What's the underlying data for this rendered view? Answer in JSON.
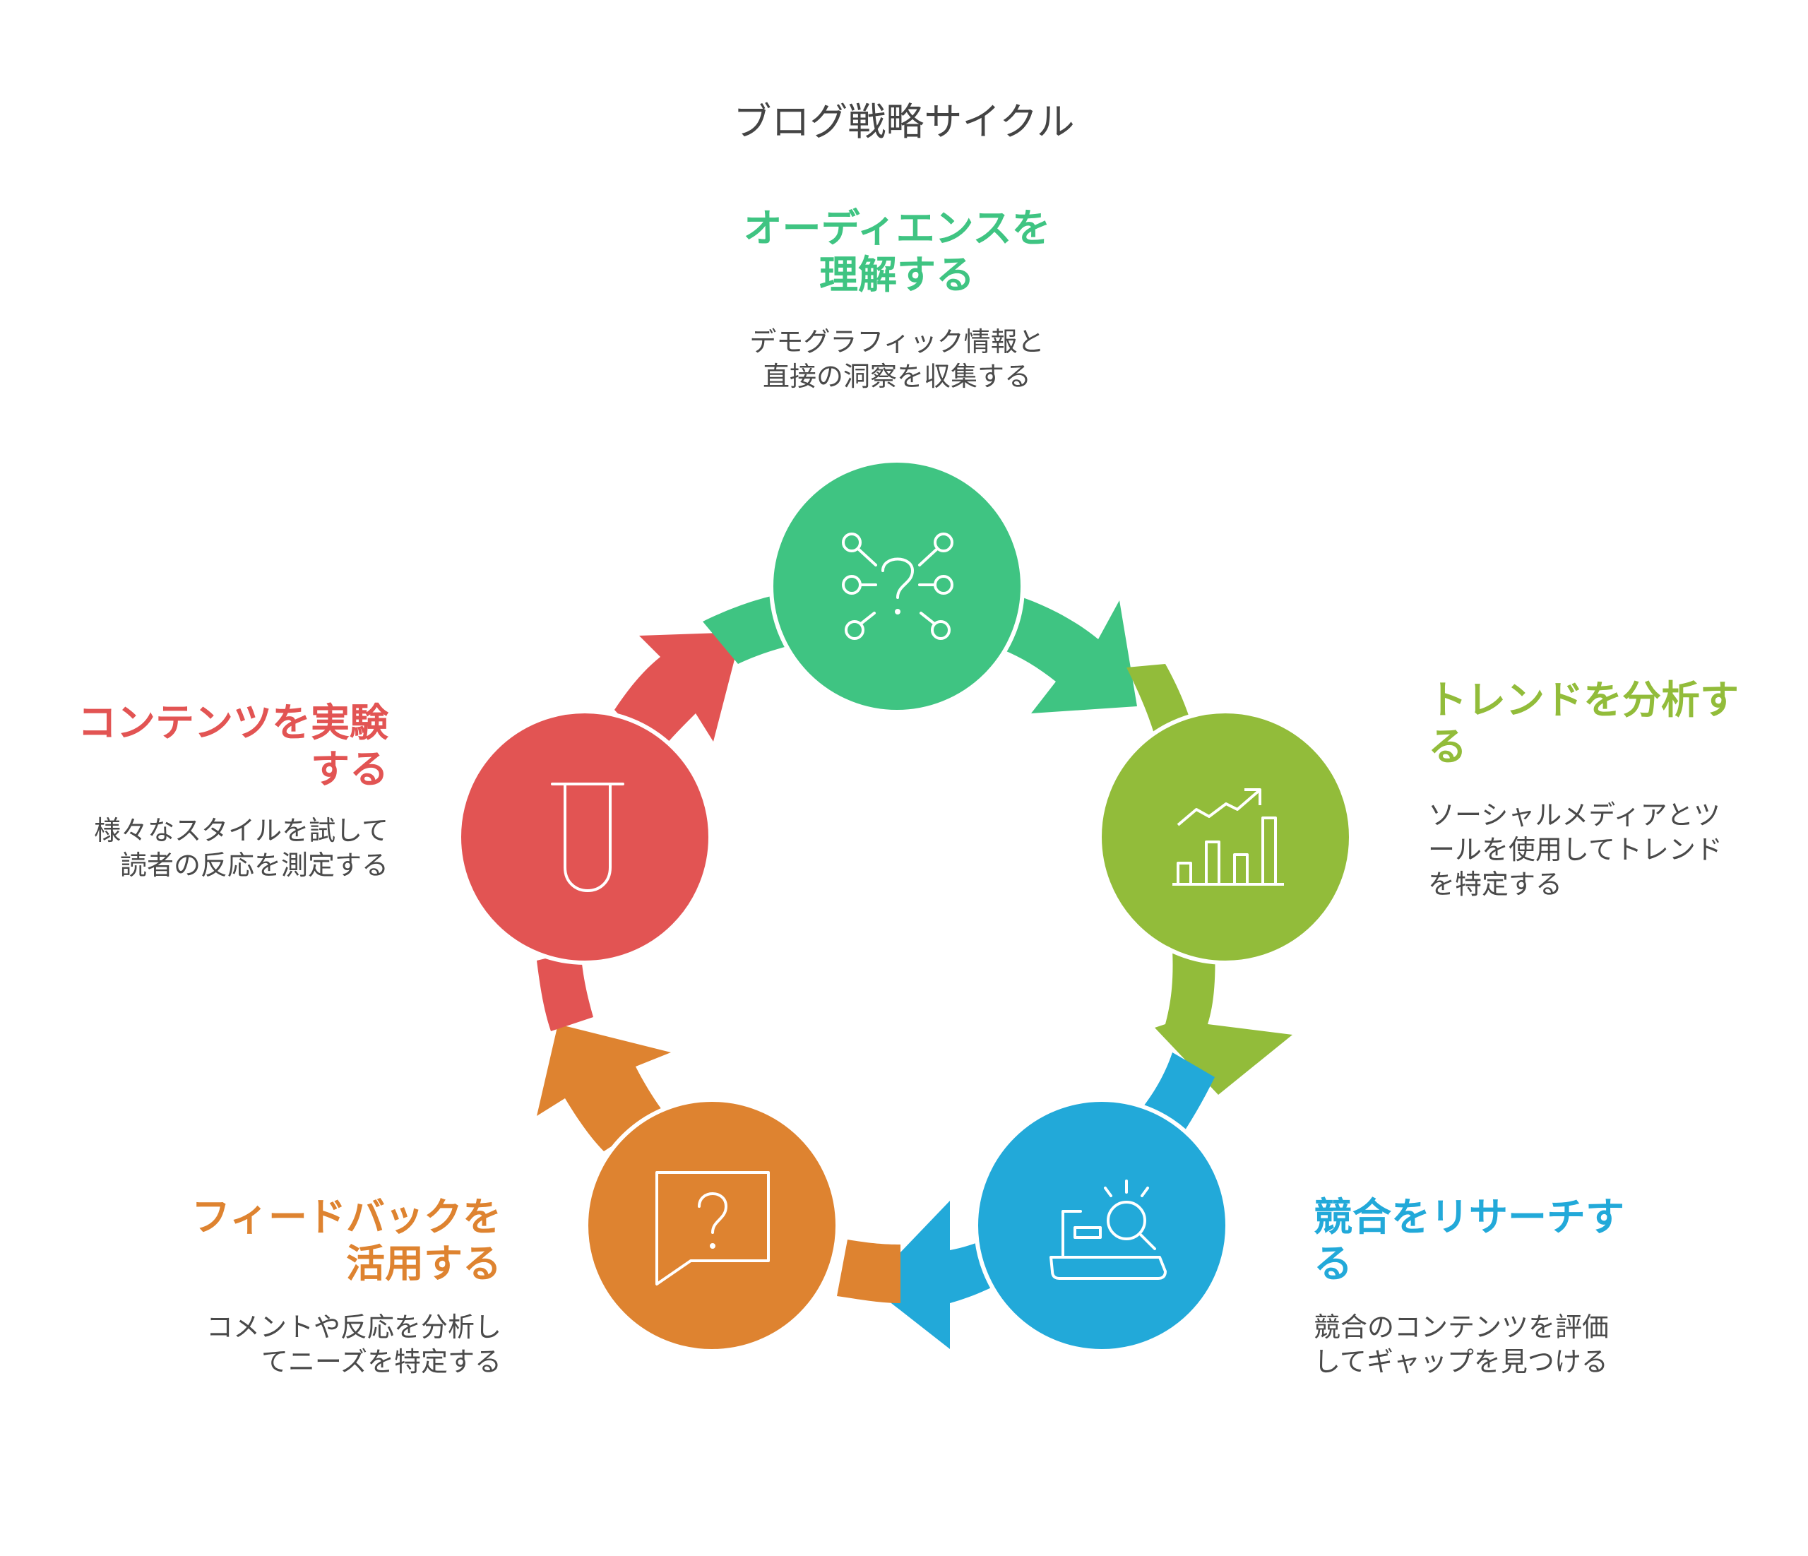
{
  "title": "ブログ戦略サイクル",
  "colors": {
    "green": "#3FC482",
    "olive": "#92BC3A",
    "blue": "#22A9D9",
    "orange": "#DE8330",
    "red": "#E25453"
  },
  "steps": [
    {
      "title_lines": [
        "オーディエンスを",
        "理解する"
      ],
      "desc_lines": [
        "デモグラフィック情報と",
        "直接の洞察を収集する"
      ],
      "icon": "audience-question-network-icon",
      "color": "#3FC482"
    },
    {
      "title_lines": [
        "トレンドを分析す",
        "る"
      ],
      "desc_lines": [
        "ソーシャルメディアとツ",
        "ールを使用してトレンド",
        "を特定する"
      ],
      "icon": "trend-bar-chart-icon",
      "color": "#92BC3A"
    },
    {
      "title_lines": [
        "競合をリサーチす",
        "る"
      ],
      "desc_lines": [
        "競合のコンテンツを評価",
        "してギャップを見つける"
      ],
      "icon": "laptop-search-icon",
      "color": "#22A9D9"
    },
    {
      "title_lines": [
        "フィードバックを",
        "活用する"
      ],
      "desc_lines": [
        "コメントや反応を分析し",
        "てニーズを特定する"
      ],
      "icon": "speech-bubble-question-icon",
      "color": "#DE8330"
    },
    {
      "title_lines": [
        "コンテンツを実験",
        "する"
      ],
      "desc_lines": [
        "様々なスタイルを試して",
        "読者の反応を測定する"
      ],
      "icon": "test-tube-icon",
      "color": "#E25453"
    }
  ]
}
